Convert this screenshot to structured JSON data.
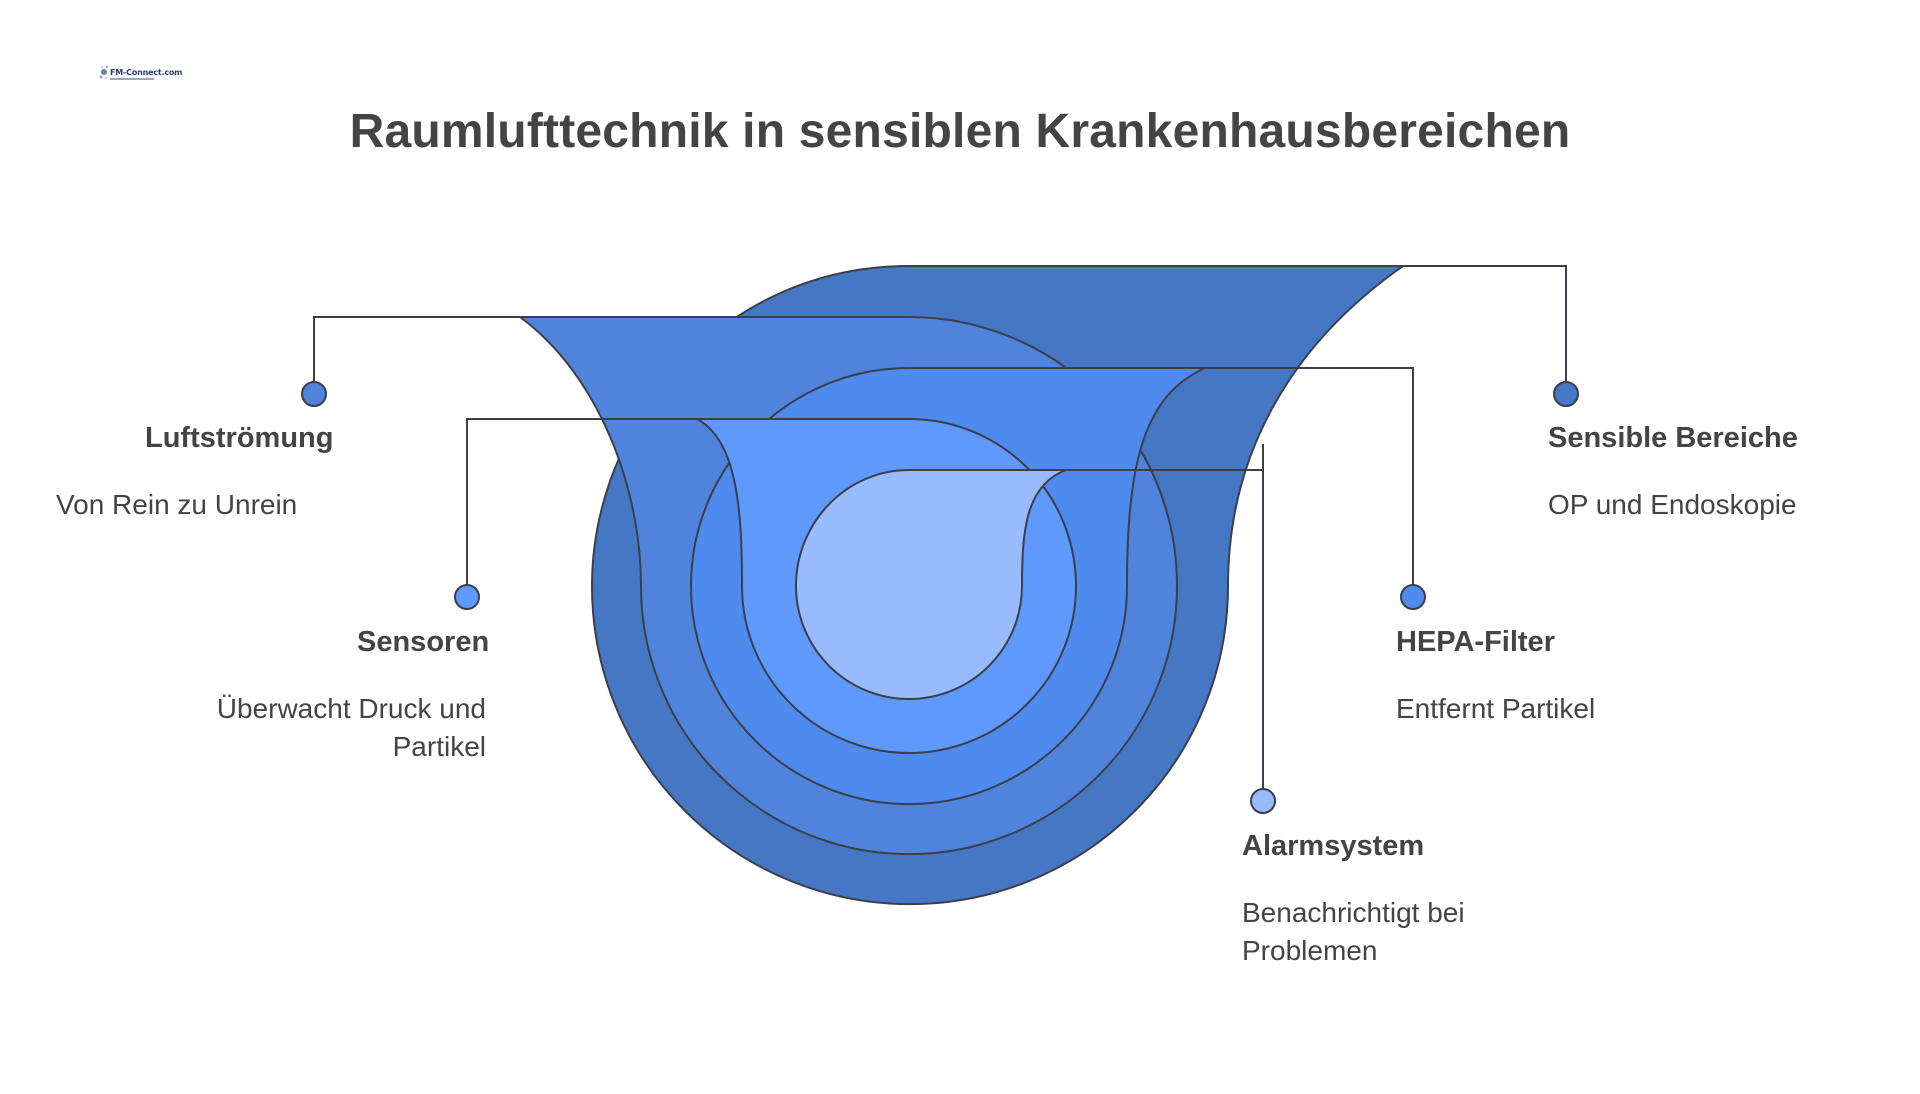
{
  "logo": {
    "text": "FM-Connect.com"
  },
  "title": "Raumlufttechnik in sensiblen Krankenhausbereichen",
  "colors": {
    "layer1": "#4677c5",
    "layer2": "#5084dc",
    "layer3": "#4f8bef",
    "layer4": "#5e99fb",
    "layer5": "#98bbfd",
    "stroke": "#3a3f4a",
    "text": "#444444"
  },
  "items": [
    {
      "title": "Sensible Bereiche",
      "desc": "OP und Endoskopie"
    },
    {
      "title": "Luftströmung",
      "desc": "Von Rein zu Unrein"
    },
    {
      "title": "HEPA-Filter",
      "desc": "Entfernt Partikel"
    },
    {
      "title": "Sensoren",
      "desc_line1": "Überwacht Druck und",
      "desc_line2": "Partikel"
    },
    {
      "title": "Alarmsystem",
      "desc_line1": "Benachrichtigt bei",
      "desc_line2": "Problemen"
    }
  ]
}
